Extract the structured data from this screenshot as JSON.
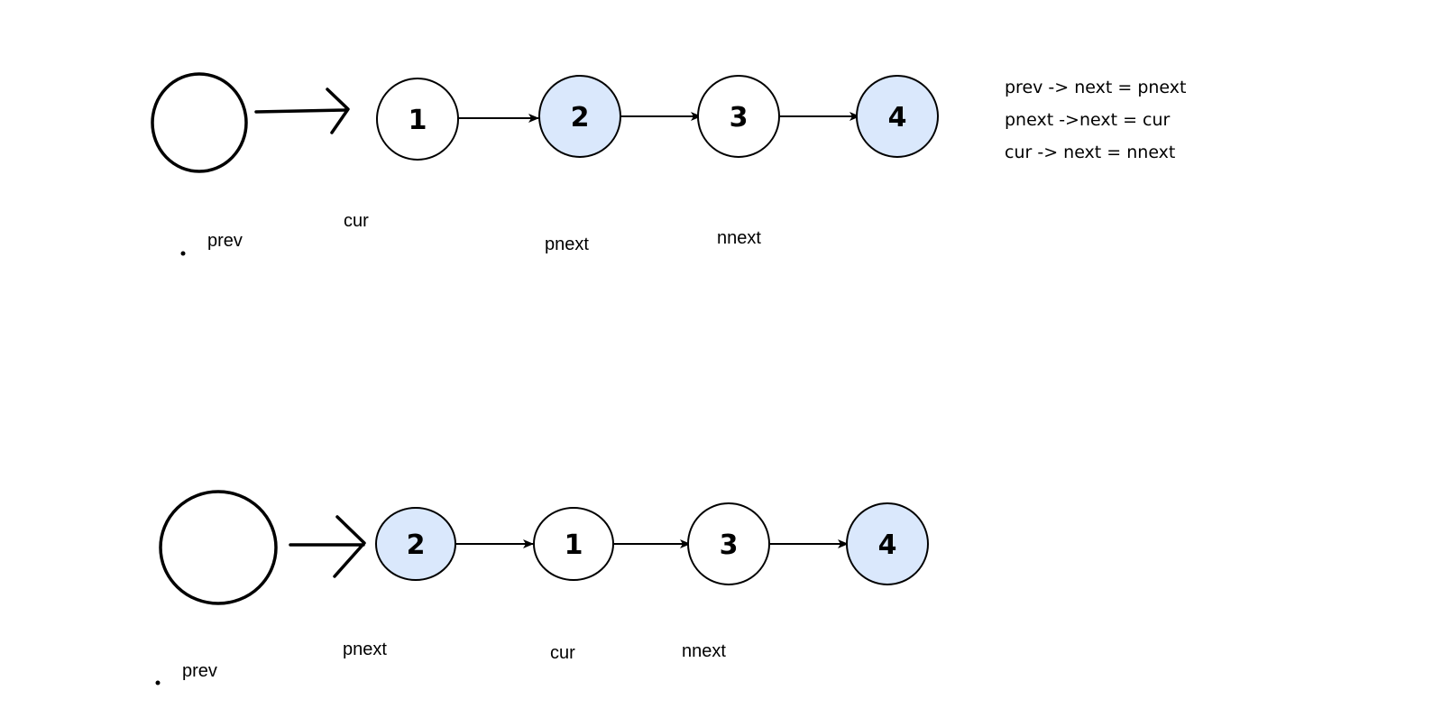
{
  "colors": {
    "highlight_fill": "#dae8fc",
    "plain_fill": "#ffffff",
    "stroke": "#000000"
  },
  "top": {
    "nodes": [
      {
        "label": "1",
        "highlight": false
      },
      {
        "label": "2",
        "highlight": true
      },
      {
        "label": "3",
        "highlight": false
      },
      {
        "label": "4",
        "highlight": true
      }
    ],
    "labels": {
      "prev": "prev",
      "cur": "cur",
      "pnext": "pnext",
      "nnext": "nnext"
    }
  },
  "bottom": {
    "nodes": [
      {
        "label": "2",
        "highlight": true
      },
      {
        "label": "1",
        "highlight": false
      },
      {
        "label": "3",
        "highlight": false
      },
      {
        "label": "4",
        "highlight": true
      }
    ],
    "labels": {
      "prev": "prev",
      "pnext": "pnext",
      "cur": "cur",
      "nnext": "nnext"
    }
  },
  "code": [
    "prev -> next = pnext",
    "pnext ->next = cur",
    "cur -> next = nnext"
  ]
}
